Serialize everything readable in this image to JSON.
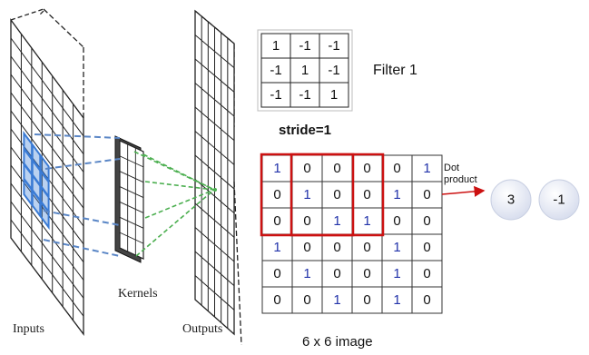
{
  "labels": {
    "inputs": "Inputs",
    "kernels": "Kernels",
    "outputs": "Outputs",
    "filter": "Filter 1",
    "stride": "stride=1",
    "image": "6 x 6 image",
    "dot_product": "Dot product",
    "dot_product_lines": [
      "Dot",
      "product"
    ]
  },
  "filter_matrix": [
    [
      "1",
      "-1",
      "-1"
    ],
    [
      "-1",
      "1",
      "-1"
    ],
    [
      "-1",
      "-1",
      "1"
    ]
  ],
  "image_matrix": [
    [
      "1",
      "0",
      "0",
      "0",
      "0",
      "1"
    ],
    [
      "0",
      "1",
      "0",
      "0",
      "1",
      "0"
    ],
    [
      "0",
      "0",
      "1",
      "1",
      "0",
      "0"
    ],
    [
      "1",
      "0",
      "0",
      "0",
      "1",
      "0"
    ],
    [
      "0",
      "1",
      "0",
      "0",
      "1",
      "0"
    ],
    [
      "0",
      "0",
      "1",
      "0",
      "1",
      "0"
    ]
  ],
  "results": [
    "3",
    "-1"
  ],
  "colors": {
    "highlight_box": "#cc1111",
    "blue_one": "#2233aa",
    "input_highlight": "#3a7bd5",
    "blue_dash": "#5a86c6",
    "green_dash": "#4caf50",
    "result_circle": "#e4e8f4",
    "arrow": "#cc1111"
  }
}
